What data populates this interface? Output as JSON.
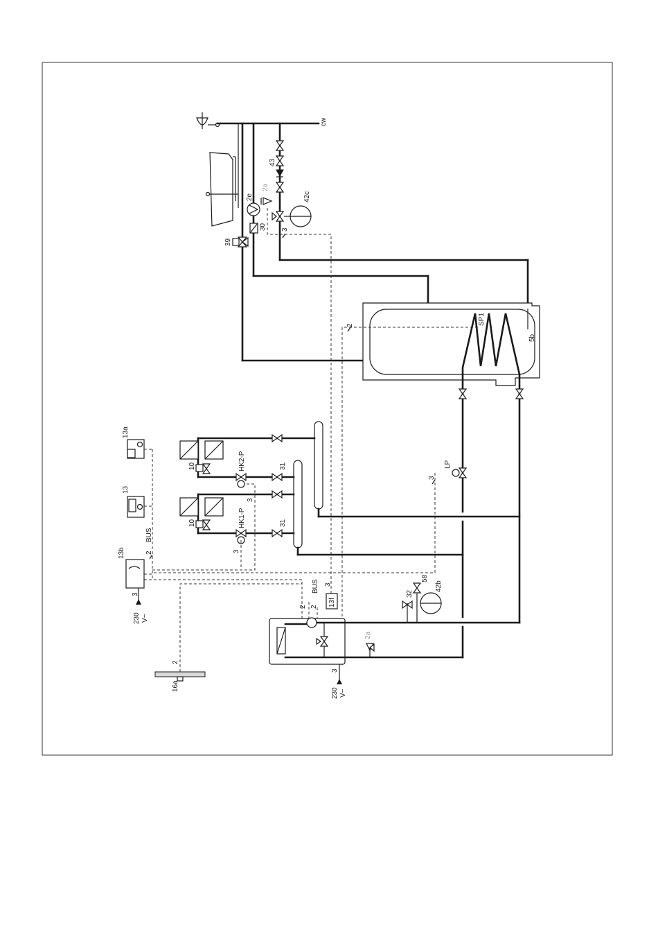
{
  "labels": {
    "cw": "cw",
    "v43": "43",
    "v42c": "42c",
    "v2e": "2e",
    "v2a_top": "2a",
    "v30": "30",
    "v3_top": "3",
    "v39": "39",
    "sp1": "SP1",
    "v5b": "5b",
    "v2_tank": "2",
    "v13a": "13a",
    "v13": "13",
    "v13b": "13b",
    "hk2p": "HK2-P",
    "hk1p": "HK1-P",
    "v10_top": "10",
    "v10_bot": "10",
    "v31_top": "31",
    "v31_bot": "31",
    "v3_hk2": "3",
    "v3_hk1": "3",
    "lp": "LP",
    "v3_lp": "3",
    "bus_left": "BUS",
    "v2_bus_left": "2",
    "v3_13b": "3",
    "v230_left": "230",
    "vac_left": "V~",
    "bus_right": "BUS",
    "v2_bus_right1": "2",
    "v2_bus_right2": "2",
    "v3_13f": "3",
    "v13f": "13f",
    "v58": "58",
    "v32": "32",
    "v42b": "42b",
    "v2a_bot": "2a",
    "v3_heater": "3",
    "v230_right": "230",
    "vac_right": "V~",
    "v16a": "16a",
    "v2_16a": "2"
  },
  "colors": {
    "line": "#1a1a1a",
    "grey_label": "#9a9a9a",
    "background": "#ffffff"
  }
}
